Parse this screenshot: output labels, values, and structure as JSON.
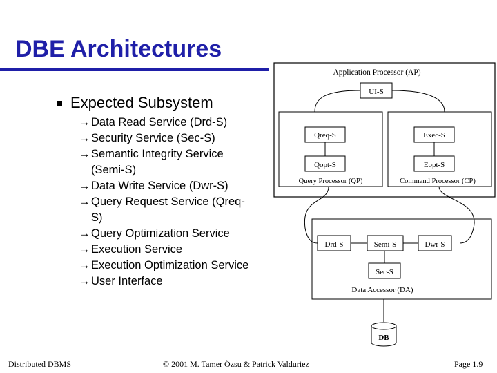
{
  "slide": {
    "title": "DBE Architectures",
    "heading": "Expected Subsystem",
    "arrow_glyph": "→",
    "items": [
      {
        "text": "Data Read Service (Drd-S)",
        "cont": ""
      },
      {
        "text": "Security Service (Sec-S)",
        "cont": ""
      },
      {
        "text": "Semantic Integrity Service",
        "cont": "(Semi-S)"
      },
      {
        "text": "Data Write Service (Dwr-S)",
        "cont": ""
      },
      {
        "text": "Query Request Service (Qreq-",
        "cont": "S)"
      },
      {
        "text": "Query Optimization Service",
        "cont": ""
      },
      {
        "text": "Execution Service",
        "cont": ""
      },
      {
        "text": "Execution Optimization Service",
        "cont": ""
      },
      {
        "text": "User Interface",
        "cont": ""
      }
    ]
  },
  "diagram": {
    "ap_label": "Application Processor (AP)",
    "ui_s": "UI-S",
    "qp_label": "Query Processor (QP)",
    "cp_label": "Command Processor (CP)",
    "qreq_s": "Qreq-S",
    "qopt_s": "Qopt-S",
    "exec_s": "Exec-S",
    "eopt_s": "Eopt-S",
    "drd_s": "Drd-S",
    "semi_s": "Semi-S",
    "dwr_s": "Dwr-S",
    "sec_s": "Sec-S",
    "da_label": "Data Accessor (DA)",
    "db": "DB"
  },
  "footer": {
    "left": "Distributed DBMS",
    "middle": "© 2001 M. Tamer Özsu & Patrick Valduriez",
    "right": "Page 1.9"
  },
  "colors": {
    "title": "#1f1fa8"
  }
}
